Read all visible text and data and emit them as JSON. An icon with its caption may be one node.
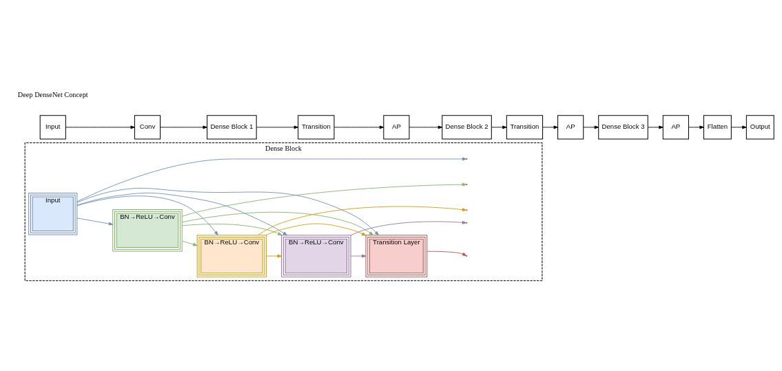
{
  "diagram": {
    "nodes": [
      {
        "text": [
          "Dense Block"
        ]
      },
      {
        "text": [
          "Input"
        ],
        "in": 0
      },
      {
        "text": [
          "BN→ReLU→Conv"
        ],
        "in": 0
      },
      {
        "text": [
          "BN→ReLU→Conv"
        ],
        "in": 0
      },
      {
        "text": [
          "BN→ReLU→Conv"
        ],
        "in": 0
      },
      {
        "text": [
          "Transition Layer"
        ],
        "in": 0
      },
      {
        "text": [
          "Input"
        ]
      },
      {
        "text": [
          "Conv"
        ]
      },
      {
        "text": [
          "Dense Block 1"
        ]
      },
      {
        "text": [
          "Transition"
        ]
      },
      {
        "text": [
          "AP"
        ]
      },
      {
        "text": [
          "Dense Block 2"
        ]
      },
      {
        "text": [
          "Transition"
        ]
      },
      {
        "text": [
          "AP"
        ]
      },
      {
        "text": [
          "Dense Block 3"
        ]
      },
      {
        "text": [
          "AP"
        ]
      },
      {
        "text": [
          "Flatten"
        ]
      },
      {
        "text": [
          "Output"
        ]
      }
    ],
    "edges": [
      {
        "from": 1,
        "to": 2,
        "arrow": "to",
        "color": "#6c8ebf"
      },
      {
        "from": 2,
        "to": 3,
        "arrow": "to",
        "color": "#82b366"
      },
      {
        "from": 3,
        "to": 4,
        "arrow": "to",
        "color": "#d79b00"
      },
      {
        "from": 4,
        "to": 5,
        "arrow": "to",
        "color": "#9673a6"
      },
      {
        "from": 5,
        "to": null,
        "arrow": "to",
        "color": "#b85450"
      },
      {
        "from": 1,
        "to": 3,
        "arrow": "to",
        "color": "#6c8ebf"
      },
      {
        "from": 1,
        "to": 4,
        "arrow": "to",
        "color": "#6c8ebf"
      },
      {
        "from": 1,
        "to": 5,
        "arrow": "to",
        "color": "#6c8ebf"
      },
      {
        "from": 1,
        "to": null,
        "arrow": "to",
        "color": "#6c8ebf"
      },
      {
        "from": 2,
        "to": 4,
        "arrow": "to",
        "color": "#82b366"
      },
      {
        "from": 2,
        "to": 5,
        "arrow": "to",
        "color": "#82b366"
      },
      {
        "from": 2,
        "to": null,
        "arrow": "to",
        "color": "#82b366"
      },
      {
        "from": 3,
        "to": 5,
        "arrow": "to",
        "color": "#d79b00"
      },
      {
        "from": 3,
        "to": null,
        "arrow": "to",
        "color": "#d79b00"
      },
      {
        "from": 4,
        "to": null,
        "arrow": "to",
        "color": "#9673a6"
      },
      {
        "from": 6,
        "to": 7,
        "arrow": "to"
      },
      {
        "from": 7,
        "to": 8,
        "arrow": "to"
      },
      {
        "from": 8,
        "to": 9,
        "arrow": "to"
      },
      {
        "from": 9,
        "to": 10,
        "arrow": "to"
      },
      {
        "from": 10,
        "to": 11,
        "arrow": "to"
      },
      {
        "from": 11,
        "to": 12,
        "arrow": "to"
      },
      {
        "from": 12,
        "to": 13,
        "arrow": "to"
      },
      {
        "from": 13,
        "to": 14,
        "arrow": "to"
      },
      {
        "from": 14,
        "to": 15,
        "arrow": "to"
      },
      {
        "from": 15,
        "to": 16,
        "arrow": "to"
      },
      {
        "from": 16,
        "to": 17,
        "arrow": "to"
      }
    ],
    "labels": [
      "Deep DenseNet Concept"
    ]
  }
}
